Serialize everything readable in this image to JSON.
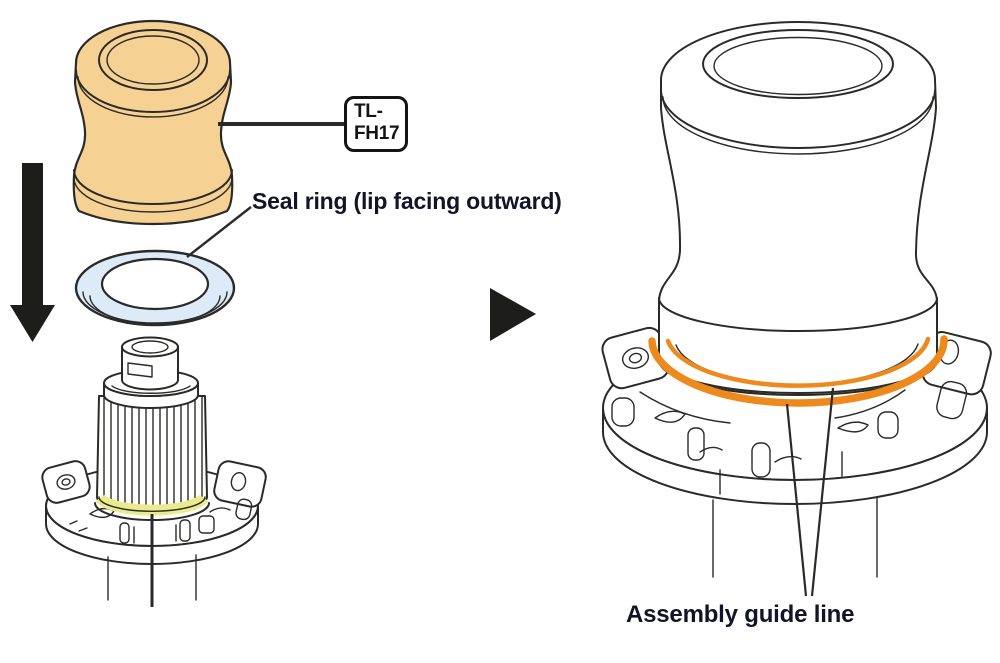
{
  "labels": {
    "tool_code_line1": "TL-",
    "tool_code_line2": "FH17",
    "seal_ring": "Seal ring (lip facing outward)",
    "assembly_guide": "Assembly guide line"
  },
  "icons": {
    "down_arrow_icon": "filled-down-arrow (insertion direction)",
    "next_step_arrow_icon": "filled-right-triangle (result step)"
  },
  "colors": {
    "tool_fill": "#f6d194",
    "seal_ring_fill": "#dcebf7",
    "installed_ring": "#e9eb8c",
    "guide_line": "#ee8a1d",
    "ink": "#2a2a28",
    "arrow": "#1d1d1b",
    "text": "#131329"
  }
}
